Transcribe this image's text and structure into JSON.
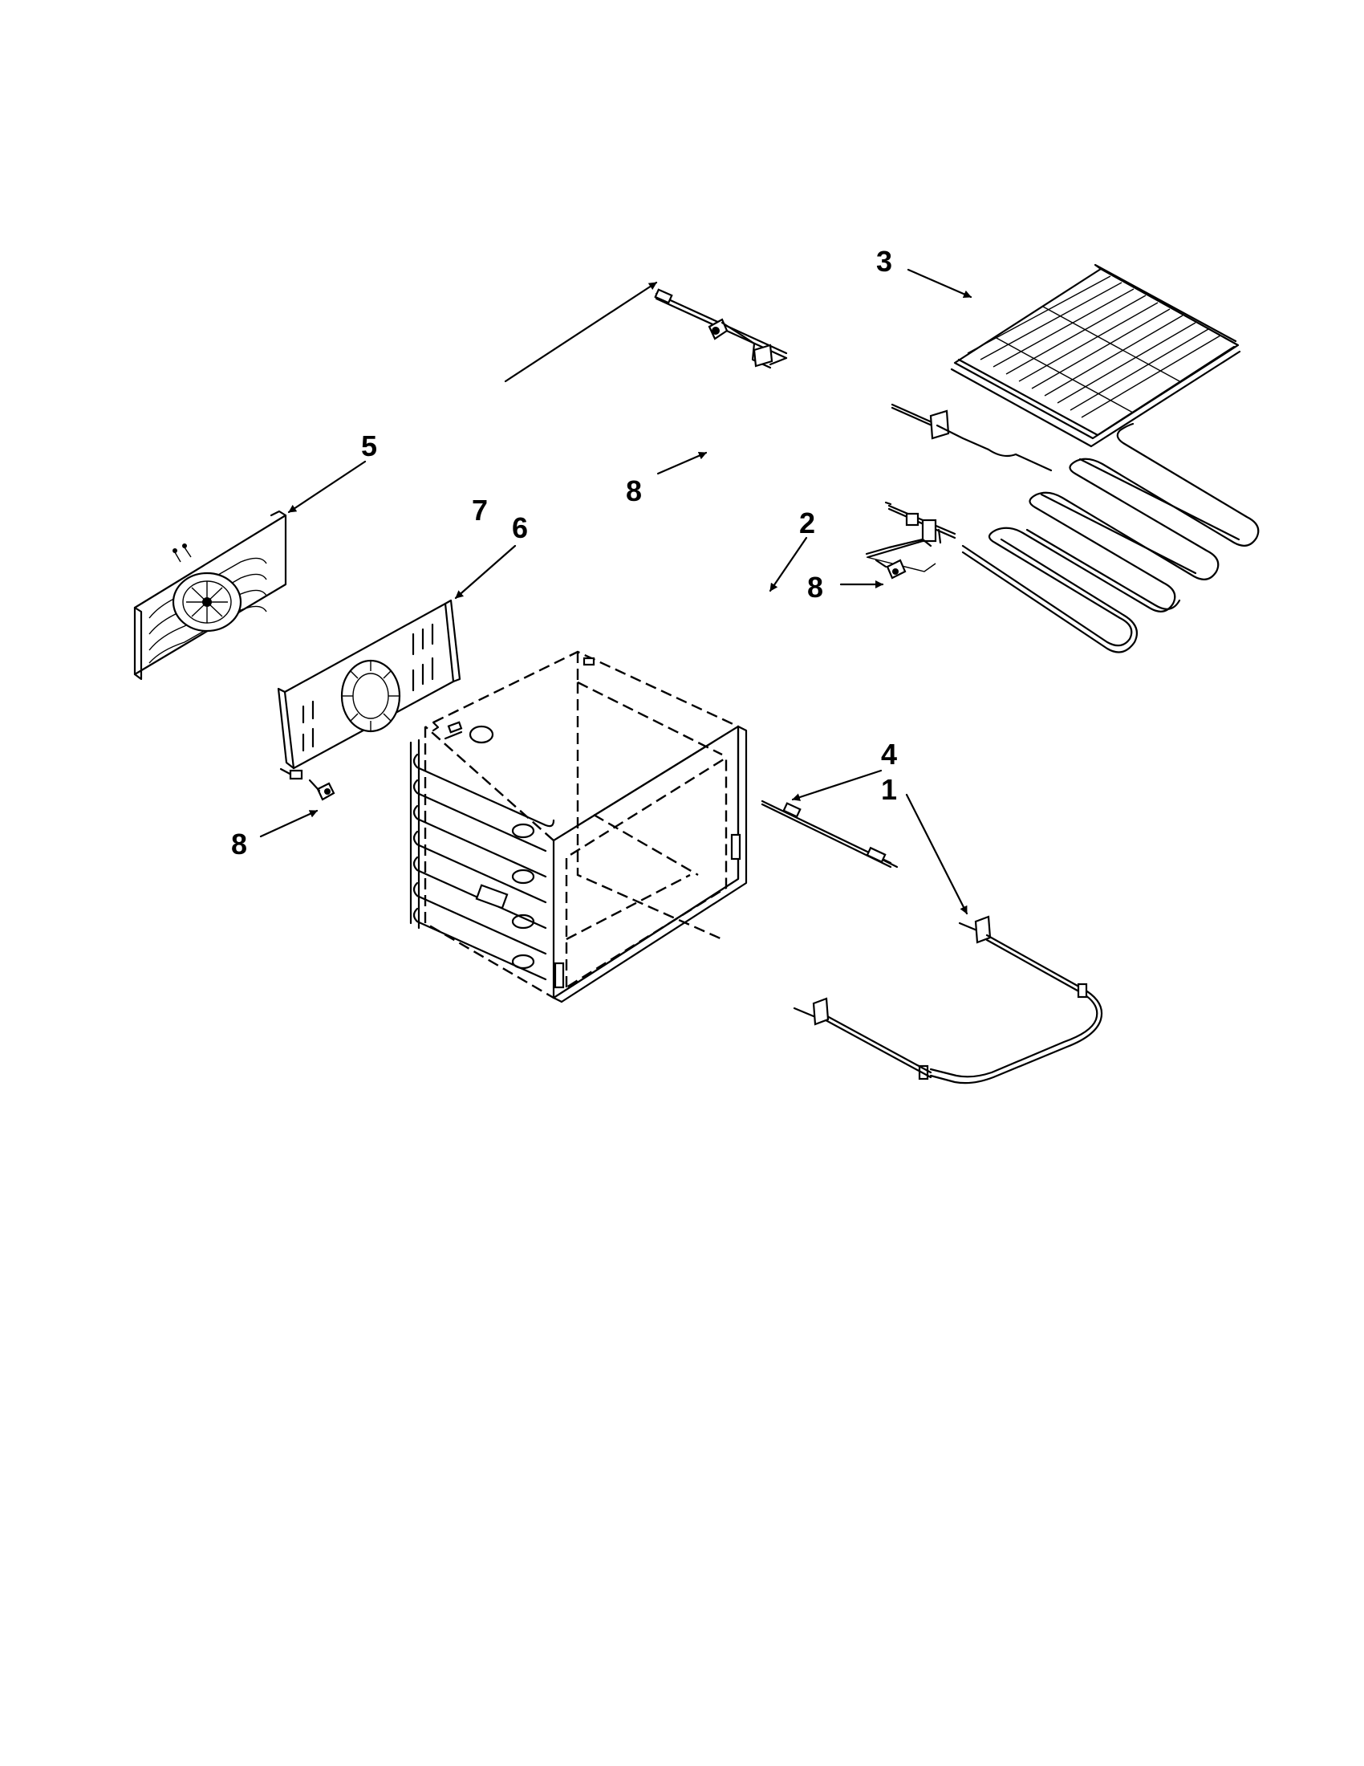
{
  "callouts": [
    {
      "id": "c1",
      "label": "1"
    },
    {
      "id": "c2",
      "label": "2"
    },
    {
      "id": "c3",
      "label": "3"
    },
    {
      "id": "c4",
      "label": "4"
    },
    {
      "id": "c5",
      "label": "5"
    },
    {
      "id": "c6",
      "label": "6"
    },
    {
      "id": "c7",
      "label": "7"
    },
    {
      "id": "c8a",
      "label": "8"
    },
    {
      "id": "c8b",
      "label": "8"
    },
    {
      "id": "c8c",
      "label": "8"
    }
  ]
}
